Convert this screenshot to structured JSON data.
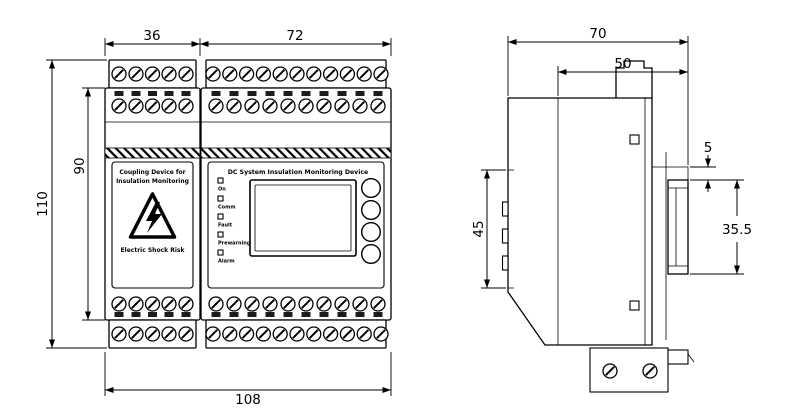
{
  "front_view": {
    "dim_width_left": "36",
    "dim_width_right": "72",
    "dim_height_total": "110",
    "dim_height_body": "90",
    "dim_width_total": "108",
    "left_module": {
      "title_line1": "Coupling Device for",
      "title_line2": "Insulation Monitoring",
      "warning_text": "Electric Shock Risk"
    },
    "right_module": {
      "title": "DC System Insulation Monitoring Device",
      "led_labels": [
        "On",
        "Comm",
        "Fault",
        "Prewarning",
        "Alarm"
      ]
    }
  },
  "side_view": {
    "dim_depth_total": "70",
    "dim_depth_body": "50",
    "dim_rail_gap": "5",
    "dim_height_front": "45",
    "dim_rail_height": "35.5"
  },
  "colors": {
    "line": "#000000",
    "background": "#ffffff"
  }
}
